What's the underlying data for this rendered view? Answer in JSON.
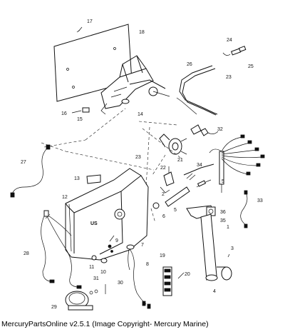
{
  "caption": "MercuryPartsOnline v2.5.1 (Image Copyright- Mercury Marine)",
  "control_label": "US",
  "callouts": [
    "1",
    "2",
    "3",
    "4",
    "5",
    "6",
    "7",
    "8",
    "9",
    "10",
    "11",
    "12",
    "13",
    "14",
    "15",
    "16",
    "17",
    "18",
    "19",
    "20",
    "21",
    "22",
    "23",
    "23",
    "24",
    "25",
    "26",
    "27",
    "28",
    "29",
    "30",
    "31",
    "32",
    "33",
    "34",
    "35",
    "36"
  ]
}
